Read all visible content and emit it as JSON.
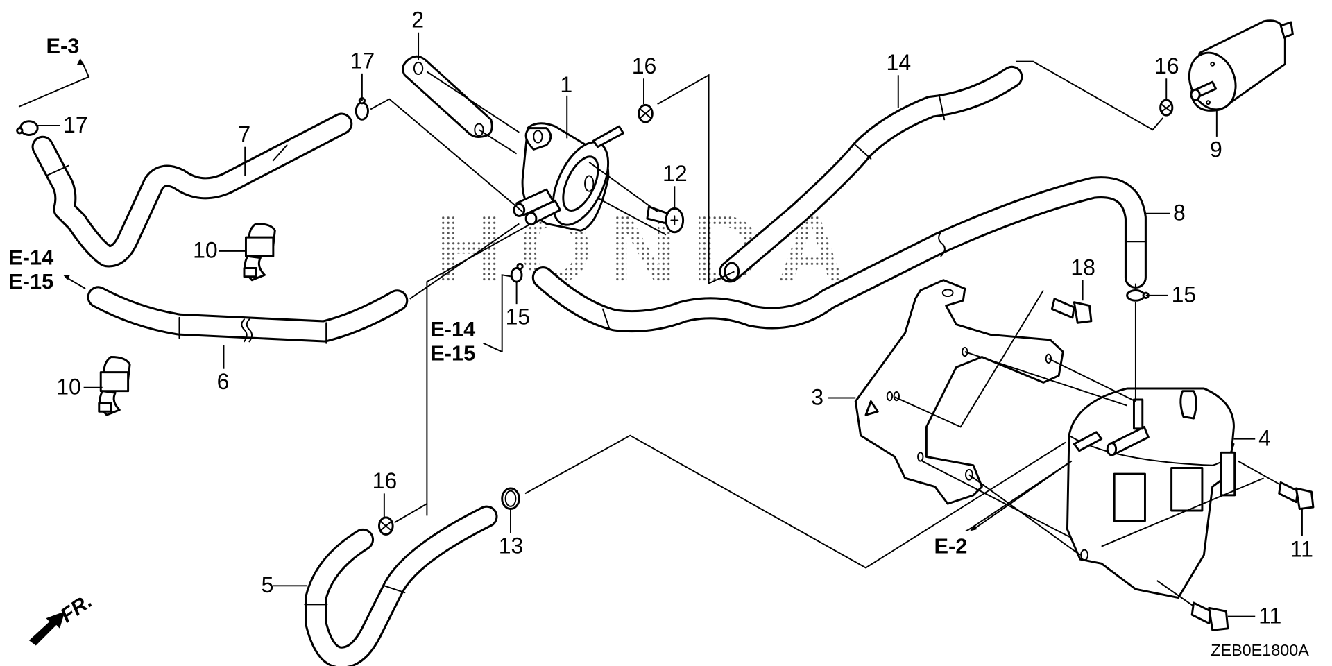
{
  "diagram": {
    "title": "Honda fuel pump / evaporative hose parts diagram",
    "watermark": "HONDA",
    "figure_code": "ZEB0E1800A",
    "front_indicator": "FR.",
    "colors": {
      "line": "#000000",
      "background": "#ffffff",
      "watermark_dots": "#555555"
    },
    "callouts": [
      {
        "id": "c1",
        "label": "1"
      },
      {
        "id": "c2",
        "label": "2"
      },
      {
        "id": "c3",
        "label": "3"
      },
      {
        "id": "c4",
        "label": "4"
      },
      {
        "id": "c5",
        "label": "5"
      },
      {
        "id": "c6",
        "label": "6"
      },
      {
        "id": "c7",
        "label": "7"
      },
      {
        "id": "c8",
        "label": "8"
      },
      {
        "id": "c9",
        "label": "9"
      },
      {
        "id": "c10a",
        "label": "10"
      },
      {
        "id": "c10b",
        "label": "10"
      },
      {
        "id": "c11a",
        "label": "11"
      },
      {
        "id": "c11b",
        "label": "11"
      },
      {
        "id": "c12",
        "label": "12"
      },
      {
        "id": "c13",
        "label": "13"
      },
      {
        "id": "c14",
        "label": "14"
      },
      {
        "id": "c15a",
        "label": "15"
      },
      {
        "id": "c15b",
        "label": "15"
      },
      {
        "id": "c16a",
        "label": "16"
      },
      {
        "id": "c16b",
        "label": "16"
      },
      {
        "id": "c16c",
        "label": "16"
      },
      {
        "id": "c17a",
        "label": "17"
      },
      {
        "id": "c17b",
        "label": "17"
      },
      {
        "id": "c18",
        "label": "18"
      }
    ],
    "references": [
      {
        "id": "r_e3",
        "lines": [
          "E-3"
        ]
      },
      {
        "id": "r_e14_left",
        "lines": [
          "E-14",
          "E-15"
        ]
      },
      {
        "id": "r_e14_mid",
        "lines": [
          "E-14",
          "E-15"
        ]
      },
      {
        "id": "r_e2",
        "lines": [
          "E-2"
        ]
      }
    ]
  }
}
